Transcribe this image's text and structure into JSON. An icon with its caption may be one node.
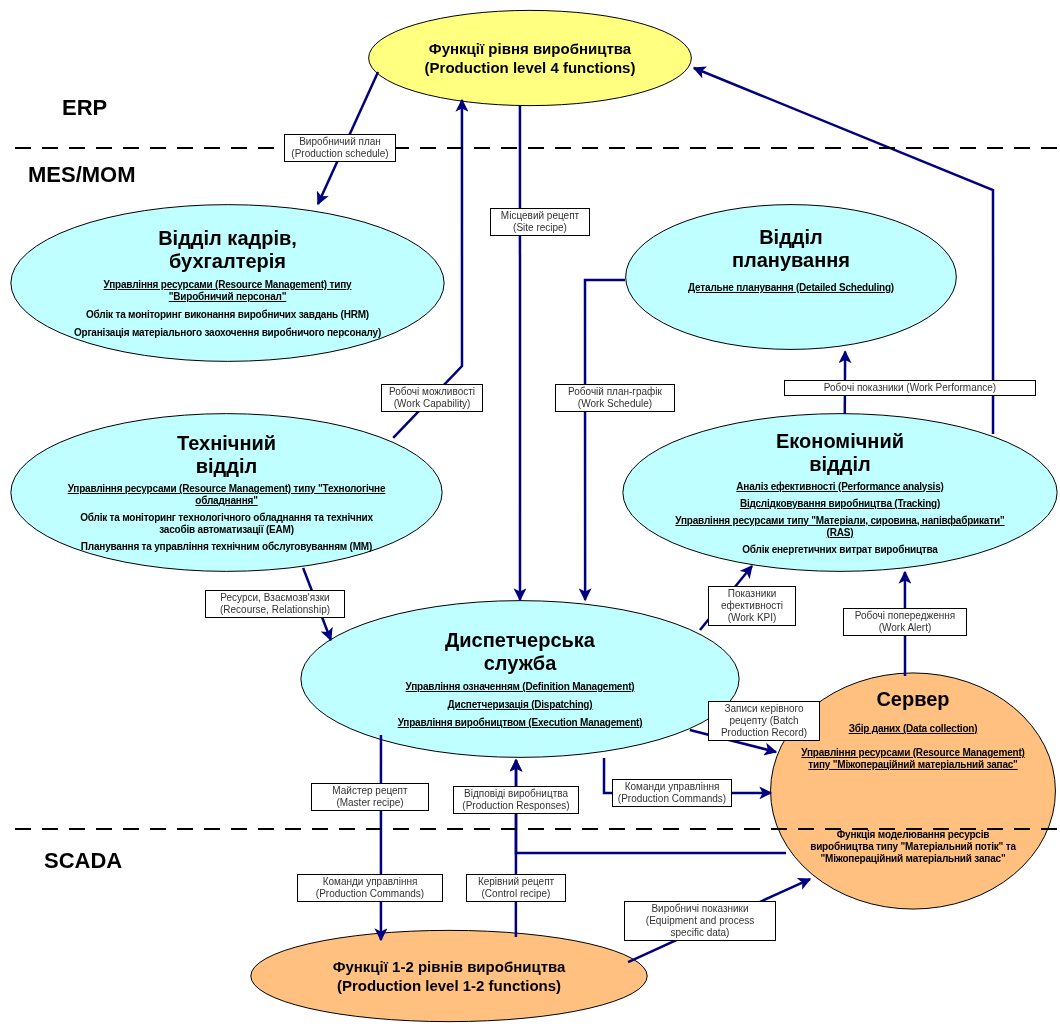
{
  "diagram": {
    "nodes": [
      {
        "text": [
          "Функції рівня виробництва",
          "(Production level 4 functions)"
        ]
      },
      {
        "text": [
          "Відділ кадрів, бухгалтерія",
          "Управління ресурсами (Resource Management) типу \"Виробничий персонал\"",
          "Облік та моніторинг виконання виробничих завдань (HRM)",
          "Організація матеріального заохочення виробничого персоналу)"
        ]
      },
      {
        "text": [
          "Відділ планування",
          "Детальне планування (Detailed Scheduling)"
        ]
      },
      {
        "text": [
          "Технічний відділ",
          "Управління ресурсами (Resource Management) типу \"Технологічне обладнання\"",
          "Облік та моніторинг технологічного обладнання та технічних засобів автоматизації (EAM)",
          "Планування та управління технічним обслуговуванням (MM)"
        ]
      },
      {
        "text": [
          "Економічний відділ",
          "Аналіз ефективності (Performance analysis)",
          "Відслідковування виробництва (Tracking)",
          "Управління ресурсами типу \"Матеріали, сировина, напівфабрикати” (RAS)",
          "Облік енергетичних витрат виробництва"
        ]
      },
      {
        "text": [
          "Диспетчерська служба",
          "Управління означенням (Definition Management)",
          "Диспетчеризація (Dispatching)",
          "Управління виробництвом (Execution Management)"
        ]
      },
      {
        "text": [
          "Сервер",
          "Збір даних (Data collection)",
          "Управління ресурсами (Resource Management) типу \"Міжопераційний матеріальний запас\"",
          "Функція моделювання ресурсів виробництва типу \"Матеріальний потік\" та \"Міжопераційний матеріальний запас\""
        ]
      },
      {
        "text": [
          "Функції 1-2 рівнів виробництва",
          "(Production level 1-2 functions)"
        ]
      }
    ],
    "edges": [
      {
        "from": 0,
        "to": 1,
        "arrow": "to",
        "label": "Виробничий план (Production schedule)"
      },
      {
        "from": 3,
        "to": 0,
        "arrow": "to",
        "label": "Робочі можливості (Work Capability)"
      },
      {
        "from": 0,
        "to": 5,
        "arrow": "to",
        "label": "Місцевий рецепт (Site recipe)"
      },
      {
        "from": 2,
        "to": 5,
        "arrow": "to",
        "label": "Робочій план-графік (Work Schedule)"
      },
      {
        "from": 4,
        "to": 2,
        "arrow": "to",
        "label": "Робочі показники (Work Performance)"
      },
      {
        "from": 4,
        "to": 0,
        "arrow": "to"
      },
      {
        "from": 3,
        "to": 5,
        "arrow": "to",
        "label": "Ресурси, Взаємозв'язки (Recourse, Relationship)"
      },
      {
        "from": 5,
        "to": 4,
        "arrow": "to",
        "label": "Показники ефективності (Work KPI)"
      },
      {
        "from": 6,
        "to": 4,
        "arrow": "to",
        "label": "Робочі попередження (Work Alert)"
      },
      {
        "from": 5,
        "to": 6,
        "arrow": "to",
        "label": "Записи керівного рецепту (Batch Production Record)"
      },
      {
        "from": 5,
        "to": 6,
        "arrow": "to",
        "label": "Команди управління (Production Commands)"
      },
      {
        "from": 5,
        "to": 7,
        "arrow": "to",
        "label": "Майстер рецепт (Master recipe)"
      },
      {
        "from": 7,
        "to": 5,
        "arrow": "to",
        "label": "Керівний рецепт (Control recipe)"
      },
      {
        "from": 6,
        "to": 5,
        "arrow": "to",
        "label": "Відповіді виробництва (Production Responses)"
      },
      {
        "from": 7,
        "to": 6,
        "arrow": "to",
        "label": "Виробничі показники (Equipment and process specific data)"
      }
    ],
    "labels": [
      "ERP",
      "MES/MOM",
      "SCADA",
      "Команди управління (Production Commands)"
    ]
  }
}
